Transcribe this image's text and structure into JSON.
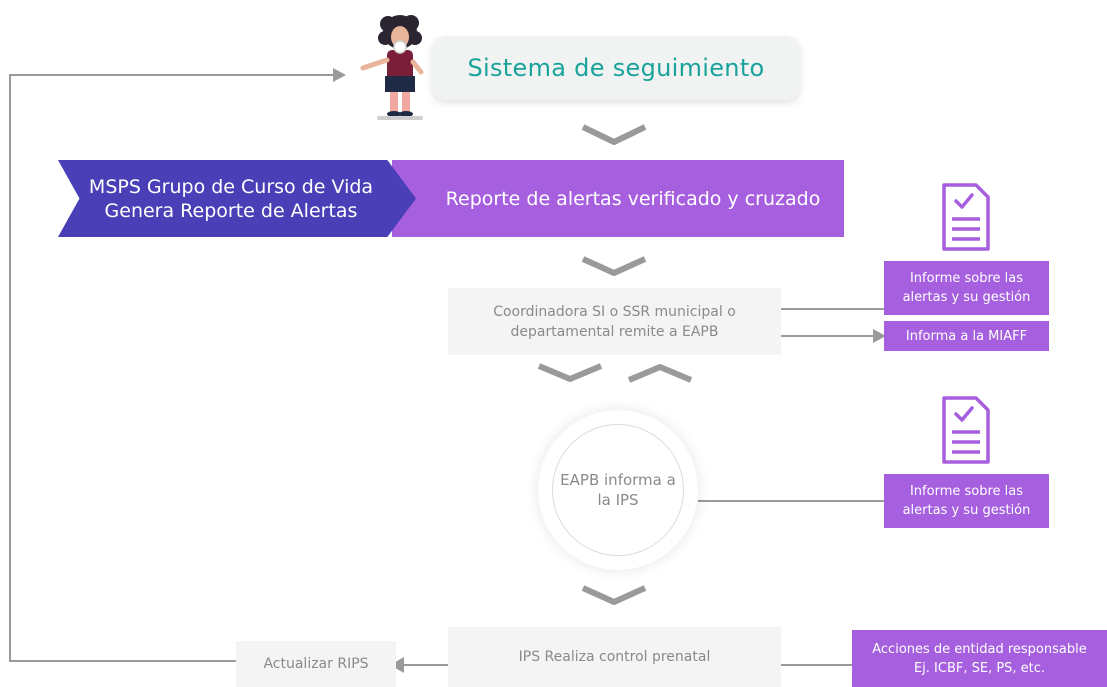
{
  "title": "Sistema de seguimiento",
  "banner": {
    "left_line1": "MSPS Grupo de Curso de Vida",
    "left_line2": "Genera Reporte de Alertas",
    "right": "Reporte de alertas verificado y cruzado"
  },
  "coordinadora": {
    "line1": "Coordinadora SI o SSR municipal o",
    "line2": "departamental remite a EAPB"
  },
  "informe1": {
    "line1": "Informe sobre las",
    "line2": "alertas y su gestión"
  },
  "informa_miaff": "Informa a la MIAFF",
  "eapb": {
    "line1": "EAPB informa a",
    "line2": "la IPS"
  },
  "informe2": {
    "line1": "Informe sobre las",
    "line2": "alertas y su gestión"
  },
  "ips_control": "IPS Realiza control prenatal",
  "actualizar_rips": "Actualizar RIPS",
  "acciones": {
    "line1": "Acciones de entidad responsable",
    "line2": "Ej. ICBF, SE, PS, etc."
  },
  "colors": {
    "teal_title": "#1aa39a",
    "purple": "#a65fde",
    "indigo": "#4a3fb6",
    "grey_box": "#f4f4f4",
    "connector": "#9a9a9a"
  },
  "icons": [
    "woman-character-icon",
    "document-check-icon",
    "chevron-down-icon",
    "chevron-up-icon",
    "arrow-left-icon",
    "arrow-right-icon"
  ]
}
